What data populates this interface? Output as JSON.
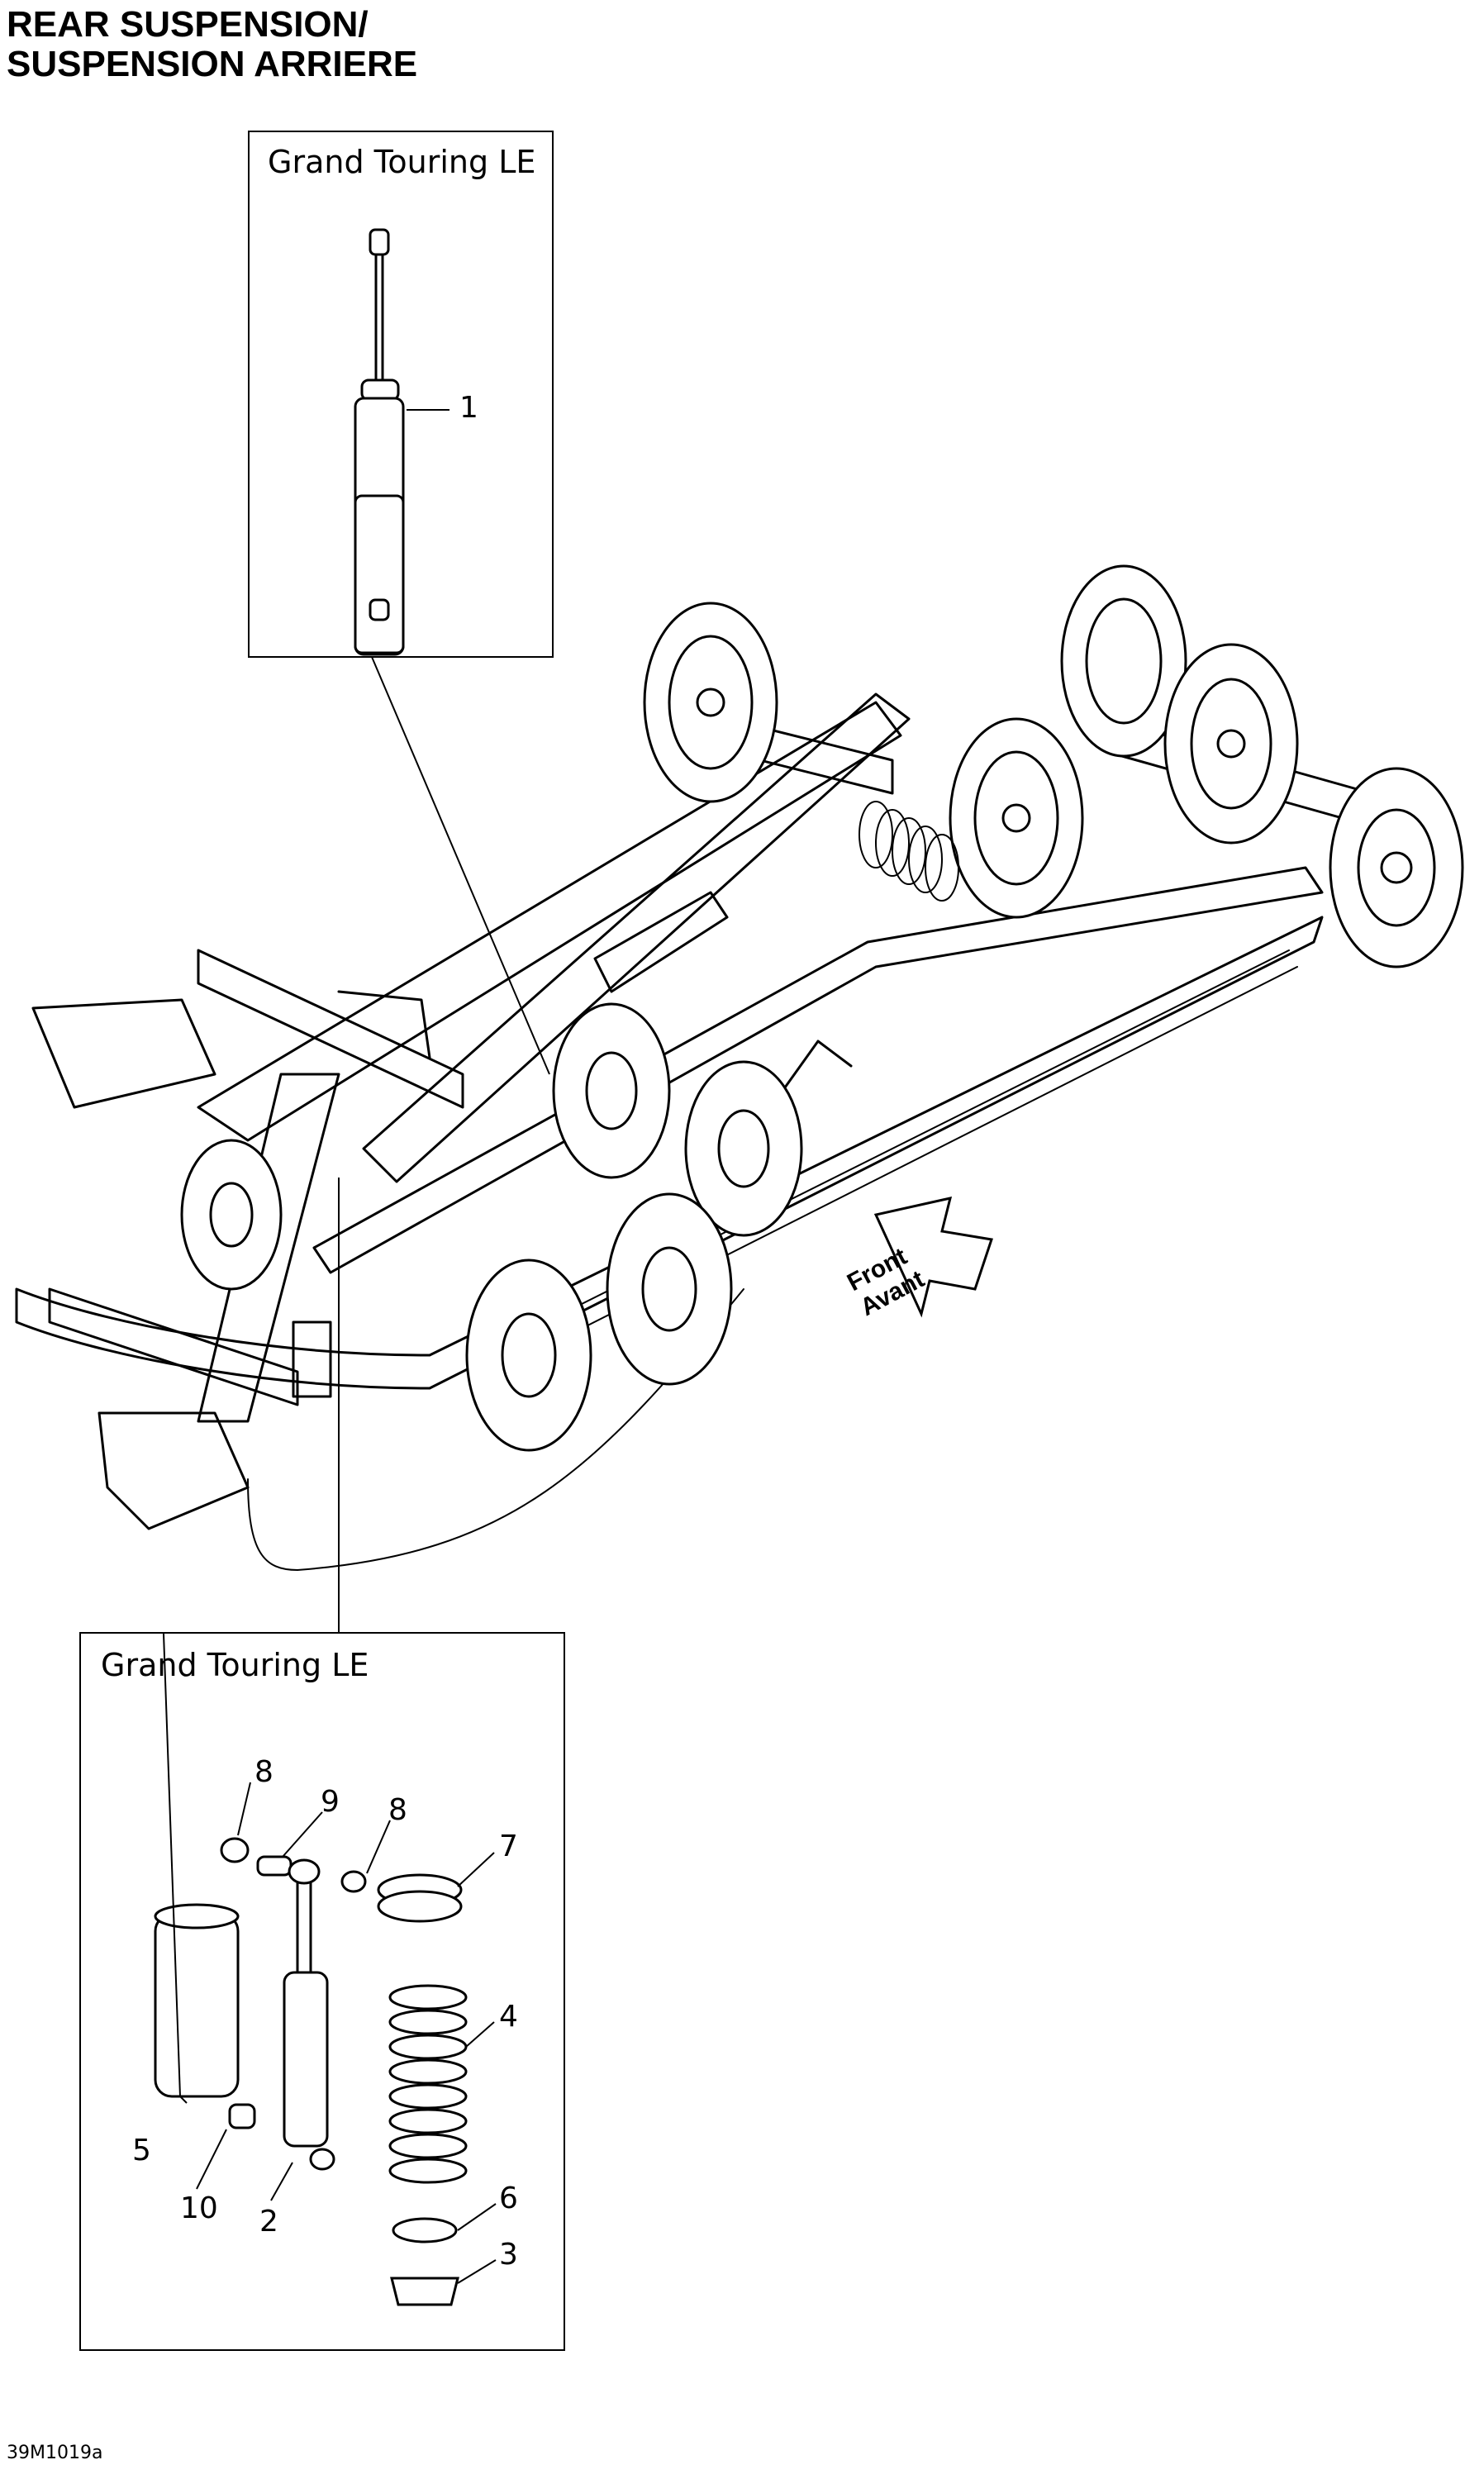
{
  "title": {
    "line1": "REAR SUSPENSION/",
    "line2": "SUSPENSION ARRIERE"
  },
  "top_box": {
    "label": "Grand Touring LE",
    "callouts": [
      "1"
    ]
  },
  "bottom_box": {
    "label": "Grand Touring LE",
    "callouts": [
      "8",
      "9",
      "8",
      "7",
      "4",
      "5",
      "10",
      "2",
      "6",
      "3"
    ]
  },
  "direction_arrow": {
    "line1": "Front",
    "line2": "Avant"
  },
  "drawing_code": "39M1019a"
}
